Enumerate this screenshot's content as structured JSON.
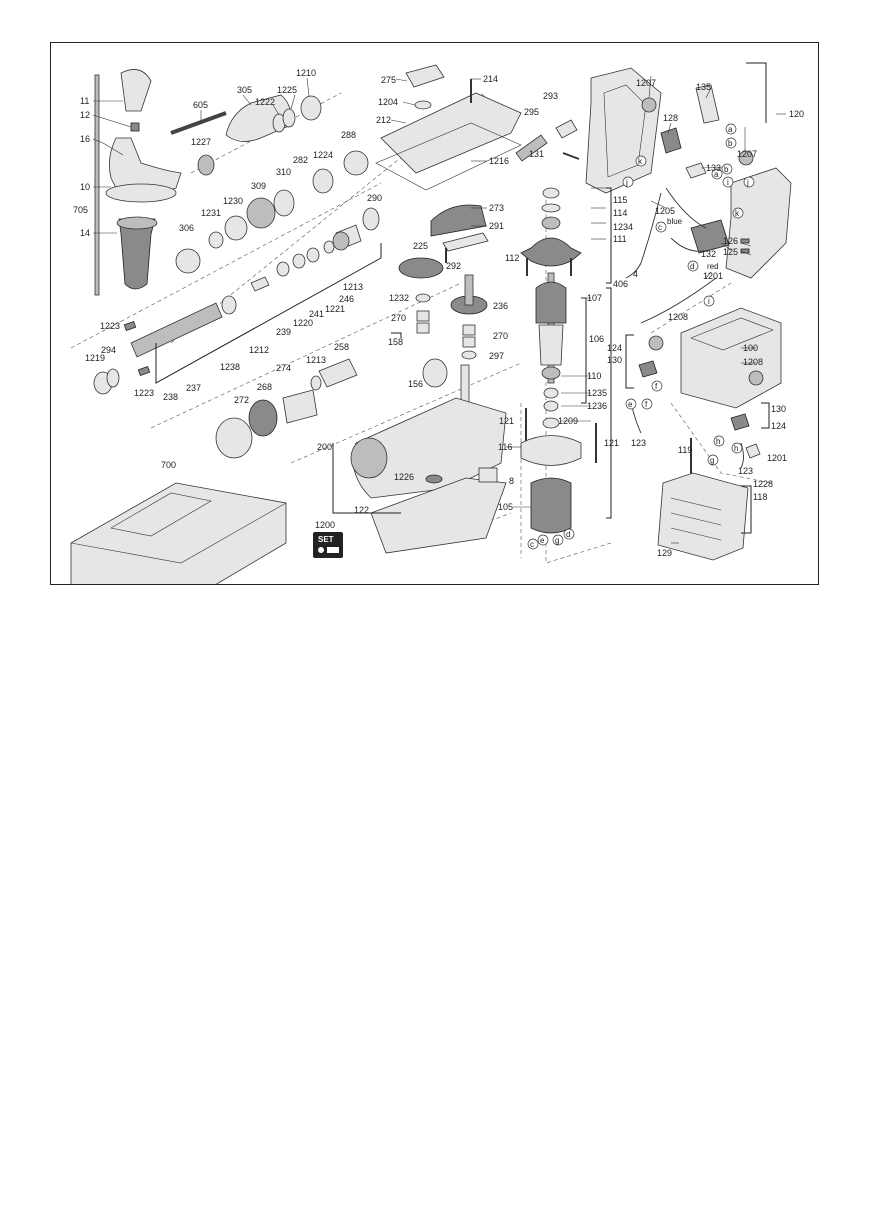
{
  "diagram": {
    "part_numbers": {
      "p11": "11",
      "p12": "12",
      "p16": "16",
      "p10": "10",
      "p705": "705",
      "p14": "14",
      "p605": "605",
      "p305": "305",
      "p1222": "1222",
      "p1225": "1225",
      "p1210": "1210",
      "p1227": "1227",
      "p288": "288",
      "p282": "282",
      "p1224": "1224",
      "p309": "309",
      "p310": "310",
      "p1230": "1230",
      "p1231": "1231",
      "p306": "306",
      "p290": "290",
      "p1213a": "1213",
      "p246": "246",
      "p1221": "1221",
      "p241": "241",
      "p1220": "1220",
      "p239": "239",
      "p1212": "1212",
      "p1238": "1238",
      "p1223a": "1223",
      "p294": "294",
      "p1219": "1219",
      "p1223b": "1223",
      "p238": "238",
      "p237": "237",
      "p275": "275",
      "p214": "214",
      "p1204": "1204",
      "p212": "212",
      "p1216": "1216",
      "p273": "273",
      "p291": "291",
      "p292": "292",
      "p225": "225",
      "p1232": "1232",
      "p270a": "270",
      "p236": "236",
      "p270b": "270",
      "p158": "158",
      "p297": "297",
      "p156": "156",
      "p258": "258",
      "p1213b": "1213",
      "p274": "274",
      "p268": "268",
      "p272": "272",
      "p200": "200",
      "p1226": "1226",
      "p8": "8",
      "p122": "122",
      "p700": "700",
      "p1200": "1200",
      "p293": "293",
      "p295": "295",
      "p131": "131",
      "p1207a": "1207",
      "p135": "135",
      "p120": "120",
      "p128": "128",
      "p133": "133",
      "p1207b": "1207",
      "p115": "115",
      "p114": "114",
      "p1234": "1234",
      "p111": "111",
      "p112": "112",
      "p1205": "1205",
      "p132": "132",
      "p126": "126",
      "p125": "125",
      "p4": "4",
      "p406": "406",
      "p107": "107",
      "p106": "106",
      "p110": "110",
      "p1235": "1235",
      "p1236": "1236",
      "p121a": "121",
      "p1209": "1209",
      "p121b": "121",
      "p116": "116",
      "p105": "105",
      "p1201a": "1201",
      "p1208a": "1208",
      "p100": "100",
      "p1208b": "1208",
      "p124a": "124",
      "p130a": "130",
      "p130b": "130",
      "p124b": "124",
      "p123a": "123",
      "p119": "119",
      "p1201b": "1201",
      "p123b": "123",
      "p1228": "1228",
      "p118": "118",
      "p129": "129"
    },
    "wire_labels": {
      "blue": "blue",
      "red": "red"
    },
    "circle_letters": {
      "a": "a",
      "b": "b",
      "c": "c",
      "d": "d",
      "e": "e",
      "f": "f",
      "g": "g",
      "h": "h",
      "i": "i",
      "j": "j",
      "k": "k"
    },
    "set_badge": "SET"
  }
}
